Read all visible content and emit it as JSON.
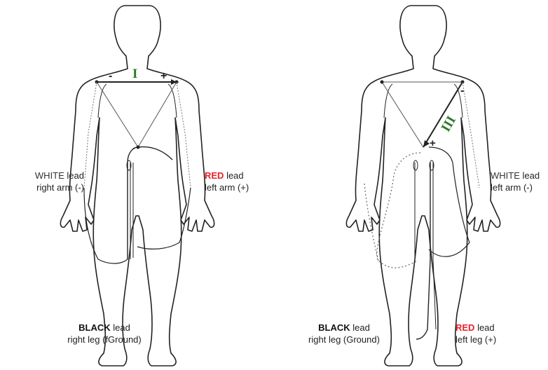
{
  "colors": {
    "red": "#e8212b",
    "green": "#2a7a2a",
    "figure": "#222222"
  },
  "left_figure": {
    "lead_name": "I",
    "minus": "-",
    "plus": "+",
    "white_word": "WHITE",
    "white_rest": " lead",
    "white_sub": "right arm (-)",
    "red_word": "RED",
    "red_rest": " lead",
    "red_sub": "left arm (+)",
    "black_word": "BLACK",
    "black_rest": " lead",
    "black_sub": "right leg (fGround)"
  },
  "right_figure": {
    "lead_name": "III",
    "minus": "-",
    "plus": "+",
    "white_word": "WHITE",
    "white_rest": " lead",
    "white_sub": "left arm (-)",
    "black_word": "BLACK",
    "black_rest": " lead",
    "black_sub": "right leg (Ground)",
    "red_word": "RED",
    "red_rest": " lead",
    "red_sub": "left leg (+)"
  }
}
